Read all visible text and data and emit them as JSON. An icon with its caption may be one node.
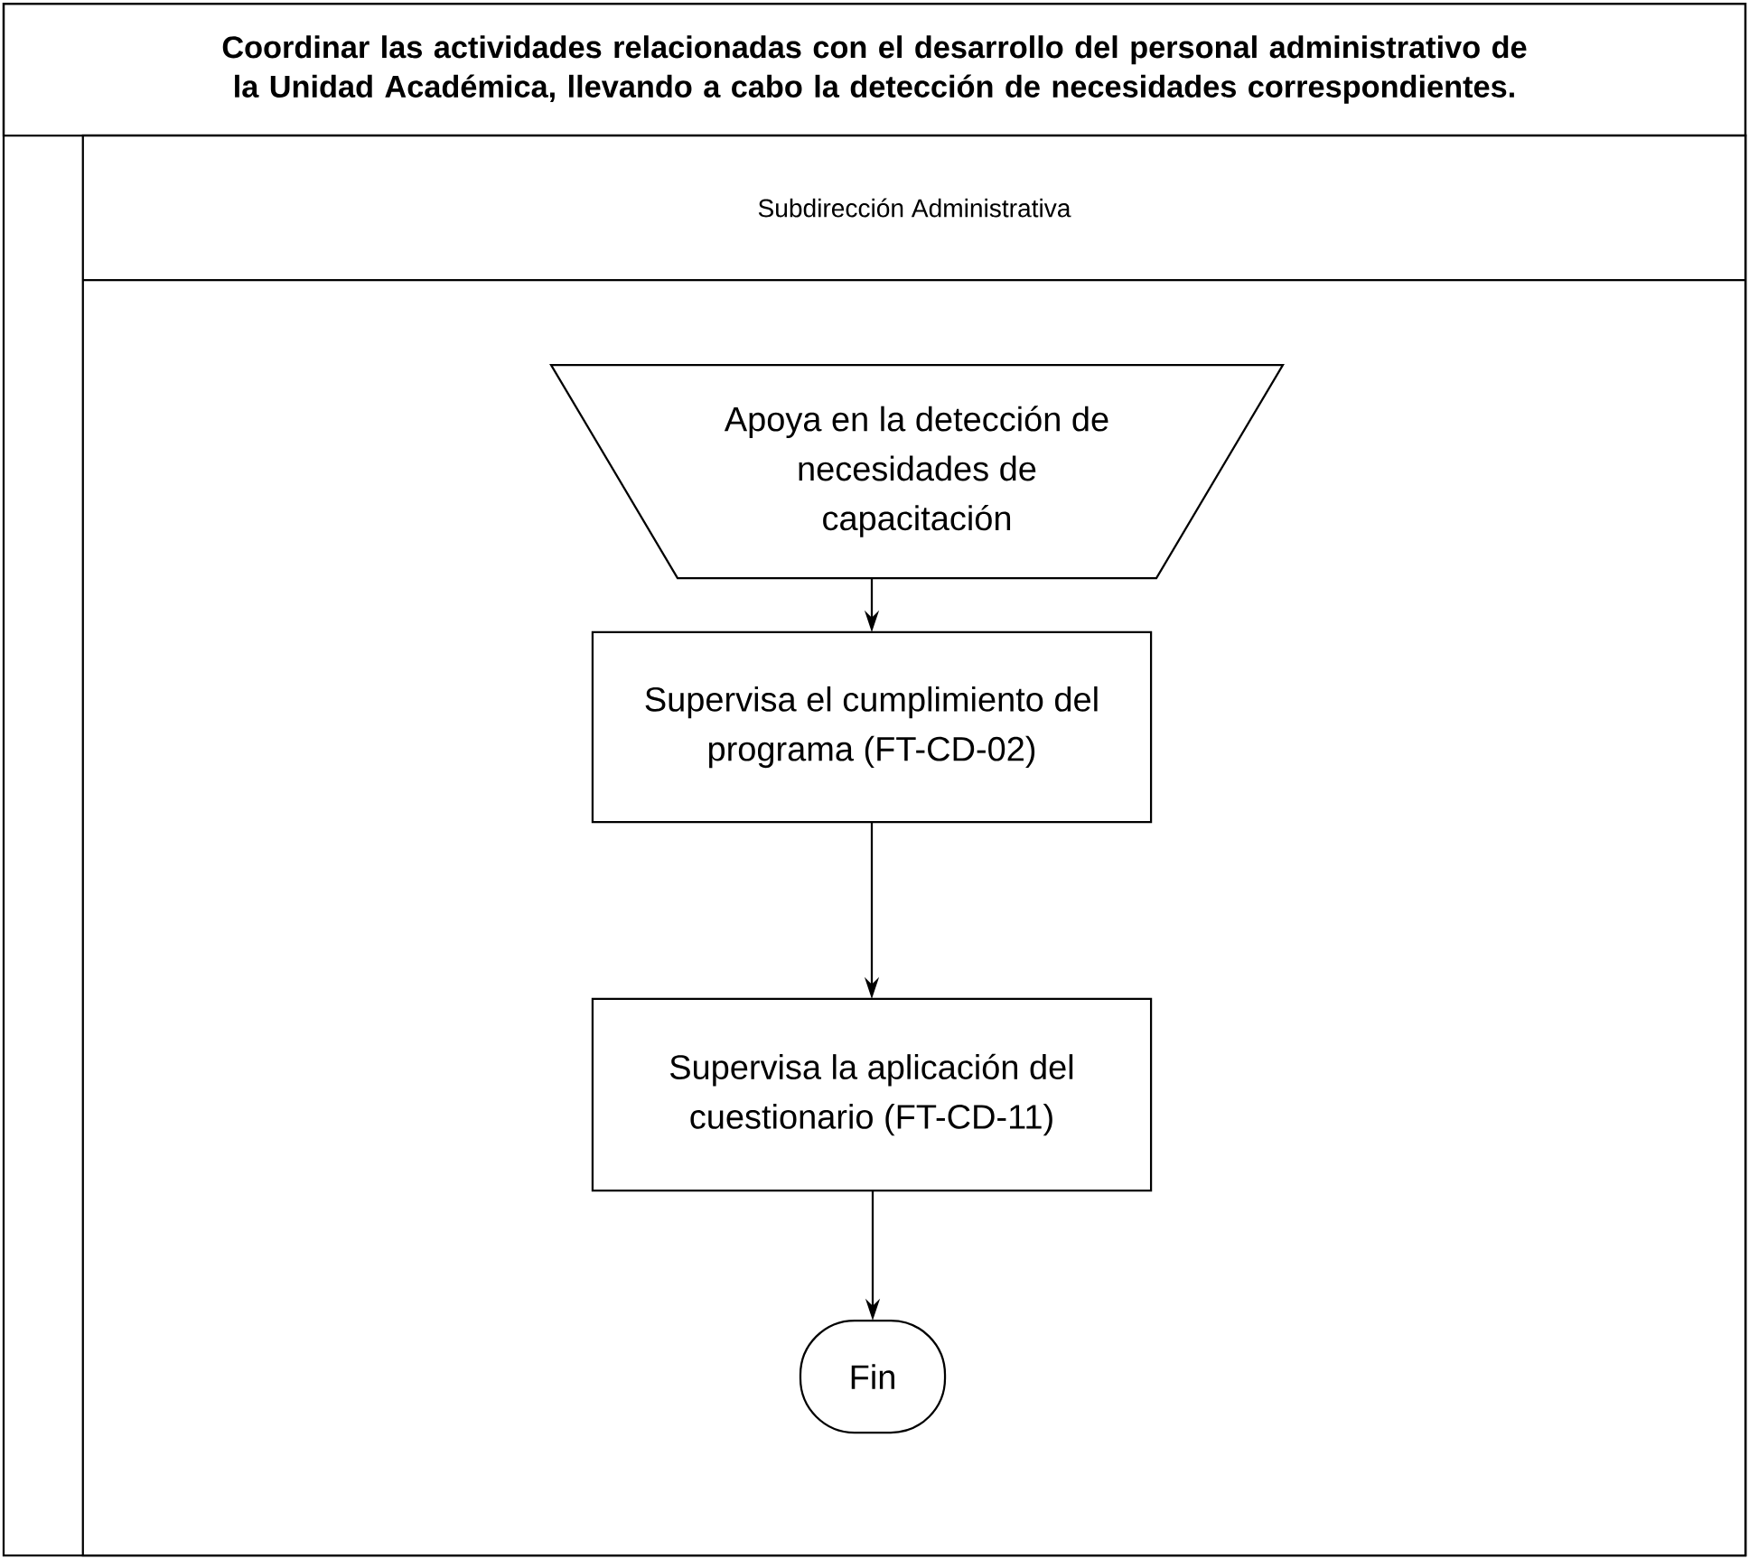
{
  "diagram": {
    "title": "Coordinar las actividades relacionadas con el desarrollo del personal administrativo de la Unidad Académica, llevando a cabo la detección de necesidades correspondientes.",
    "nodes": [
      {
        "text": [
          "Subdirección Administrativa"
        ]
      },
      {
        "text": [
          "Apoya en la detección de necesidades de capacitación"
        ],
        "in": 0
      },
      {
        "text": [
          "Supervisa el cumplimiento del programa (FT-CD-02)"
        ],
        "in": 0
      },
      {
        "text": [
          "Supervisa la aplicación del cuestionario (FT-CD-11)"
        ],
        "in": 0
      },
      {
        "text": [
          "Fin"
        ],
        "in": 0
      }
    ],
    "edges": [
      {
        "from": 1,
        "to": 2,
        "arrow": "to"
      },
      {
        "from": 2,
        "to": 3,
        "arrow": "to"
      },
      {
        "from": 3,
        "to": 4,
        "arrow": "to"
      }
    ]
  }
}
